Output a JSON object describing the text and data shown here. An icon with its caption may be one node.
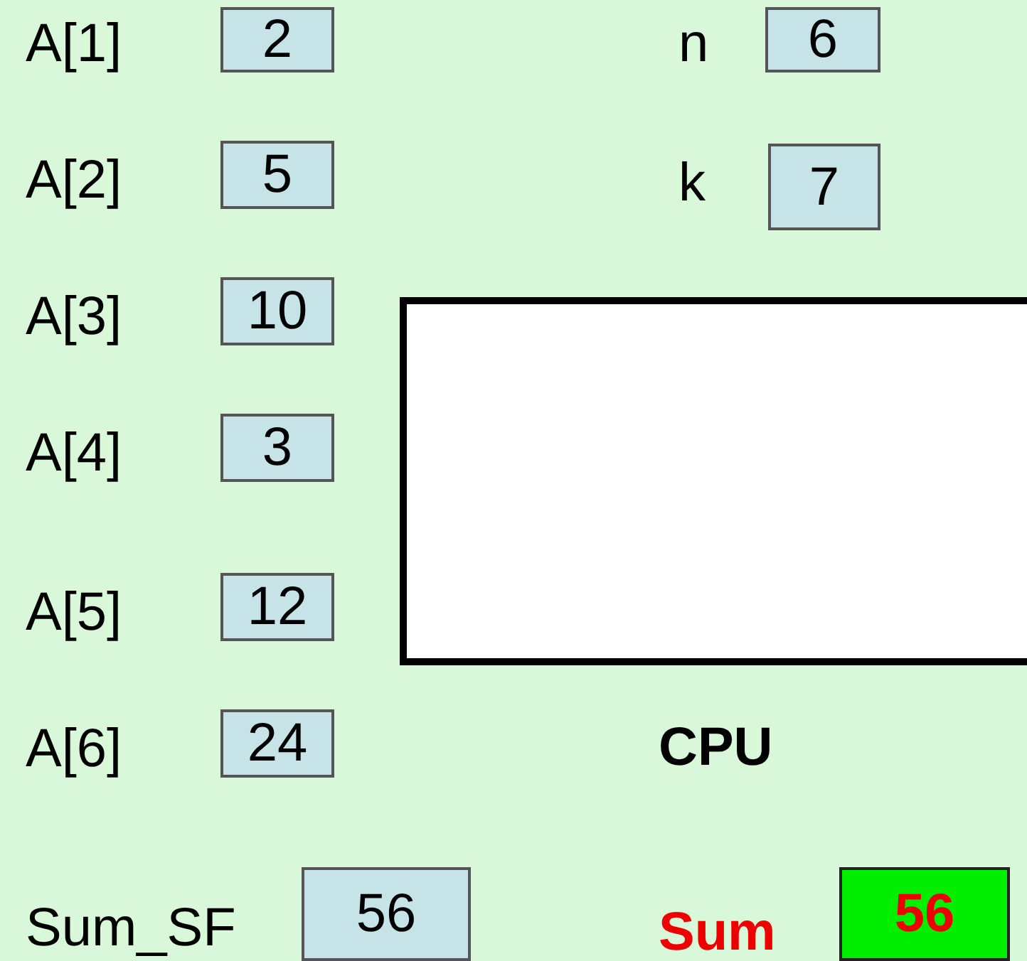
{
  "diagram": {
    "nodes": [
      {
        "text": [
          "2"
        ],
        "beside": [
          "A[1]"
        ]
      },
      {
        "text": [
          "5"
        ],
        "beside": [
          "A[2]"
        ]
      },
      {
        "text": [
          "10"
        ],
        "beside": [
          "A[3]"
        ]
      },
      {
        "text": [
          "3"
        ],
        "beside": [
          "A[4]"
        ]
      },
      {
        "text": [
          "12"
        ],
        "beside": [
          "A[5]"
        ]
      },
      {
        "text": [
          "24"
        ],
        "beside": [
          "A[6]"
        ]
      },
      {
        "text": [
          "6"
        ],
        "beside": [
          "n"
        ]
      },
      {
        "text": [
          "7"
        ],
        "beside": [
          "k"
        ]
      },
      {
        "text": [],
        "shape": "box",
        "beside": [
          "CPU"
        ]
      },
      {
        "text": [
          "56"
        ],
        "beside": [
          "Sum_SF"
        ]
      },
      {
        "text": [
          "56"
        ],
        "beside": [
          "Sum"
        ]
      }
    ]
  }
}
